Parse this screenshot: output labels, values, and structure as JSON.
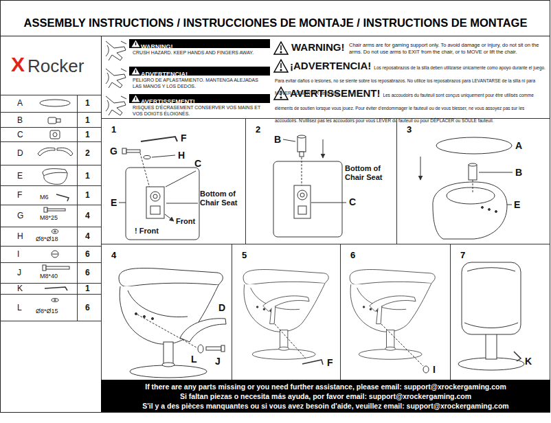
{
  "diagram": {
    "title": "ASSEMBLY INSTRUCTIONS / INSTRUCCIONES DE MONTAJE / INSTRUCTIONS DE MONTAGE",
    "nodes": [
      {
        "text": [
          "WARNING!"
        ]
      },
      {
        "text": [
          "ADVERTENCIA!"
        ]
      },
      {
        "text": [
          "AVERTISSEMENT!"
        ]
      },
      {
        "text": [
          "1"
        ]
      },
      {
        "text": [
          "2"
        ]
      },
      {
        "text": [
          "3"
        ]
      },
      {
        "text": [
          "4"
        ]
      },
      {
        "text": [
          "5"
        ]
      },
      {
        "text": [
          "6"
        ]
      },
      {
        "text": [
          "7"
        ]
      },
      {
        "text": [
          "If there are any parts missing or you need further assistance, please email: support@xrockergaming.com",
          "Si faltan piezas o necesita más ayuda, por favor email: support@xrockergaming.com",
          "S'il y a des pièces manquantes ou si vous avez besoin d'aide, veuillez email: support@xrockergaming.com"
        ]
      }
    ],
    "labels": [
      "X",
      "Rocker",
      "A",
      "1",
      "B",
      "1",
      "C",
      "1",
      "D",
      "2",
      "E",
      "1",
      "F",
      "M6",
      "1",
      "G",
      "M8*25",
      "4",
      "H",
      "Ø8*Ø18",
      "4",
      "I",
      "6",
      "J",
      "M8*40",
      "6",
      "K",
      "1",
      "L",
      "Ø8*Ø15",
      "6",
      "CRUSH HAZARD. KEEP HANDS AND FINGERS AWAY.",
      "PELIGRO DE APLASTAMIENTO. MANTENGA ALEJADAS LAS MANOS Y LOS DEDOS.",
      "RISQUES D'ÉCRASEMENT CONSERVER VOS MAINS ET VOS DOIGTS ÉLOIGNÉS.",
      "WARNING!",
      "Chair arms are for gaming support only. To avoid damage or injury, do not sit on the arms. Do not use arms to EXIT from the chair, or to MOVE or lift the chair.",
      "¡ADVERTENCIA!",
      "Los reposabrazos de la silla deben utilizarse únicamente como apoyo durante el juego. Para evitar daños o lesiones, no se siente sobre los reposabrazos. No utilice los reposabrazos para LEVANTARSE de la silla ni para MOVER o LEVANTAR de la silla.",
      "AVERTISSEMENT!",
      "Les accoudoirs du fauteuil sont conçus uniquement pour être utilisés comme éléments de soutien lorsque vous jouez. Pour éviter d'endommager le fauteuil ou de vous blesser, ne vous assoyez pas sur les accoudoirs. N'utilisez pas les accoudoirs pour vous LEVER du fauteuil ou pour DÉPLACER ou SOULE fauteuil.",
      "F",
      "G",
      "H",
      "C",
      "E",
      "Bottom of Chair Seat",
      "Front",
      "! Front",
      "B",
      "Bottom of Chair Seat",
      "C",
      "A",
      "B",
      "E",
      "D",
      "L",
      "J",
      "F",
      "I",
      "K"
    ]
  }
}
